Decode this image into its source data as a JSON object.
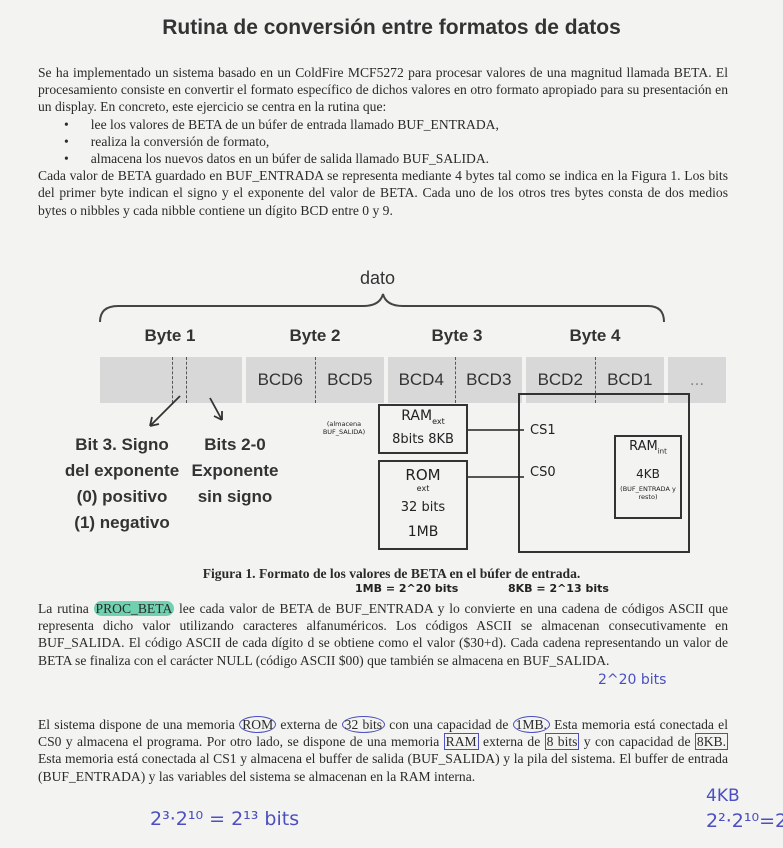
{
  "title": "Rutina de conversión entre formatos de datos",
  "intro": {
    "lines": "Se ha implementado un sistema basado en un ColdFire MCF5272 para procesar valores de una magnitud llamada BETA. El procesamiento consiste en convertir el formato específico de dichos valores en otro formato apropiado para su presentación en un display. En concreto, este ejercicio se centra en la rutina que:",
    "bullets": [
      "lee los valores de BETA de un búfer de entrada llamado BUF_ENTRADA,",
      "realiza la conversión de formato,",
      "almacena los nuevos datos en un búfer de salida llamado BUF_SALIDA."
    ],
    "after": "Cada valor de BETA guardado en BUF_ENTRADA se representa mediante 4 bytes tal como se indica en la Figura 1. Los bits del primer byte indican el signo y el exponente del valor de BETA. Cada uno de los otros tres bytes consta de dos medios bytes o nibbles y cada nibble contiene un dígito BCD entre 0 y 9."
  },
  "figure": {
    "dato": "dato",
    "bytes": [
      "Byte 1",
      "Byte 2",
      "Byte 3",
      "Byte 4"
    ],
    "nibbles": [
      "BCD6",
      "BCD5",
      "BCD4",
      "BCD3",
      "BCD2",
      "BCD1"
    ],
    "ellipsis": "...",
    "bit3": [
      "Bit 3. Signo",
      "del exponente",
      "(0) positivo",
      "(1) negativo"
    ],
    "bits20": [
      "Bits 2-0",
      "Exponente",
      "sin signo"
    ],
    "caption": "Figura 1. Formato de los valores de BETA en el búfer de entrada."
  },
  "handwritten": {
    "ram_ext": "RAM",
    "ram_ext_sub": "ext",
    "ram_ext_spec": "8bits 8KB",
    "ram_ext_note": "(almacena BUF_SALIDA)",
    "rom_ext": "ROM",
    "rom_ext_sub": "ext",
    "rom_bits": "32 bits",
    "rom_size": "1MB",
    "cs1": "CS1",
    "cs0": "CS0",
    "ram_int": "RAM",
    "ram_int_sub": "int",
    "ram_int_size": "4KB",
    "ram_int_note": "(BUF_ENTRADA y resto)",
    "eq1": "1MB = 2^20 bits",
    "eq2": "8KB = 2^13 bits",
    "eq3": "2^20 bits",
    "eq4": "2³·2¹⁰ = 2¹³ bits",
    "eq5": "4KB",
    "eq6": "2²·2¹⁰=2"
  },
  "p2": {
    "pre": "La rutina ",
    "hl": "PROC_BETA",
    "post": " lee cada valor de BETA de BUF_ENTRADA y lo convierte en una cadena de códigos ASCII que representa dicho valor utilizando caracteres alfanuméricos. Los códigos ASCII se almacenan consecutivamente en BUF_SALIDA. El código ASCII de cada dígito d se obtiene como el valor ($30+d). Cada cadena representando un valor de BETA se finaliza con el carácter NULL (código ASCII $00) que también se almacena en BUF_SALIDA."
  },
  "p3": {
    "a": "El sistema dispone de una memoria ",
    "rom": "ROM",
    "b": " externa de ",
    "bits32": "32 bits",
    "c": " con una capacidad de ",
    "mb": "1MB.",
    "d": " Esta memoria está conectada el CS0 y almacena el programa. Por otro lado, se dispone de una memoria ",
    "ram": "RAM",
    "e": " externa de ",
    "bits8": "8 bits",
    "f": " y con capacidad de ",
    "kb": "8KB.",
    "g": " Esta memoria está conectada al CS1 y almacena el buffer de salida (BUF_SALIDA) y la pila del sistema. El buffer de entrada (BUF_ENTRADA) y las variables del sistema se almacenan en la RAM interna."
  }
}
